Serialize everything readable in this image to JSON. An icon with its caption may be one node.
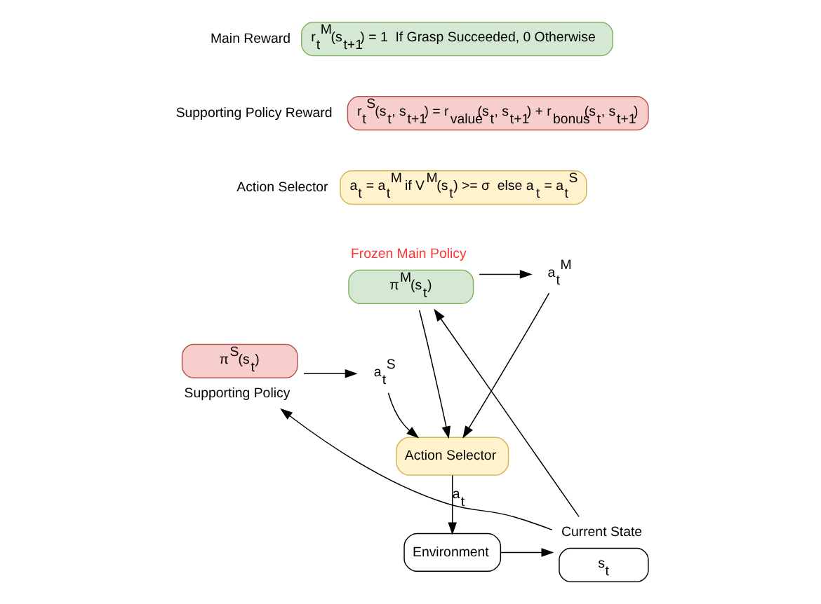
{
  "diagram": {
    "nodes": [
      {
        "text": [
          "r$_{t}$$^{M}$(s$_{t+1}$) = 1  If Grasp Succeeded, 0 Otherwise"
        ],
        "beside": [
          "Main Reward"
        ]
      },
      {
        "text": [
          "r$_{t}$$^{S}$(s$_{t}$, s$_{t+1}$) = r$_{value}$(s$_{t}$, s$_{t+1}$) + r$_{bonus}$(s$_{t}$, s$_{t+1}$)"
        ],
        "beside": [
          "Supporting Policy Reward"
        ]
      },
      {
        "text": [
          "a$_{t}$ = a$_{t}$$^{M}$ if V$^{M}$(s$_{t}$) >= σ  else a$_{t}$ = a$_{t}$$^{S}$"
        ],
        "beside": [
          "Action Selector"
        ]
      },
      {
        "text": [
          "π$^{M}$(s$_{t}$)"
        ],
        "beside": [
          "Frozen Main Policy"
        ]
      },
      {
        "text": [
          "π$^{S}$(s$_{t}$)"
        ],
        "beside": [
          "Supporting Policy"
        ]
      },
      {
        "text": [
          "a$_{t}$$^{M}$"
        ]
      },
      {
        "text": [
          "a$_{t}$$^{S}$"
        ]
      },
      {
        "text": [
          "Action Selector"
        ]
      },
      {
        "text": [
          "Environment"
        ]
      },
      {
        "text": [
          "s$_{t}$"
        ],
        "beside": [
          "Current State"
        ]
      }
    ],
    "edges": [
      {
        "from": 3,
        "to": 5,
        "arrow": "to"
      },
      {
        "from": 4,
        "to": 6,
        "arrow": "to"
      },
      {
        "from": 5,
        "to": 7,
        "arrow": "to"
      },
      {
        "from": 6,
        "to": 7,
        "arrow": "to"
      },
      {
        "from": 3,
        "to": 7,
        "arrow": "to"
      },
      {
        "from": 7,
        "to": 8,
        "arrow": "to",
        "label": "a$_{t}$"
      },
      {
        "from": 8,
        "to": 9,
        "arrow": "to"
      },
      {
        "from": 9,
        "to": 3,
        "arrow": "to"
      },
      {
        "from": 9,
        "to": 4,
        "arrow": "to"
      }
    ]
  }
}
